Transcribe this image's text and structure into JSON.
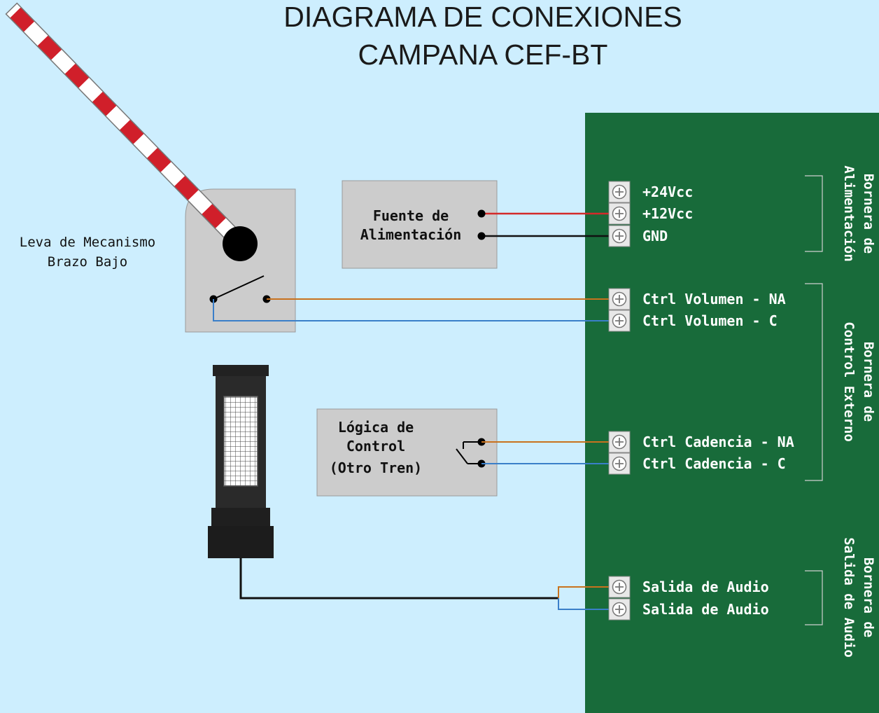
{
  "title": {
    "line1": "DIAGRAMA DE CONEXIONES",
    "line2": "CAMPANA CEF-BT"
  },
  "components": {
    "cam_label": {
      "line1": "Leva de Mecanismo",
      "line2": "Brazo Bajo"
    },
    "power_supply": {
      "line1": "Fuente de",
      "line2": "Alimentación"
    },
    "control_logic": {
      "line1": "Lógica de",
      "line2": "Control",
      "line3": "(Otro Tren)"
    }
  },
  "terminals": {
    "power": [
      "+24Vcc",
      "+12Vcc",
      "GND"
    ],
    "control": [
      "Ctrl Volumen - NA",
      "Ctrl Volumen - C",
      "Ctrl Cadencia - NA",
      "Ctrl Cadencia - C"
    ],
    "audio": [
      "Salida de Audio",
      "Salida de Audio"
    ]
  },
  "groups": {
    "power": {
      "line1": "Bornera de",
      "line2": "Alimentación"
    },
    "control": {
      "line1": "Bornera de",
      "line2": "Control Externo"
    },
    "audio": {
      "line1": "Bornera de",
      "line2": "Salida de Audio"
    }
  },
  "colors": {
    "background": "#cdeefe",
    "board": "#186b3a",
    "box": "#cccccc",
    "wire_red": "#d42a2a",
    "wire_black": "#111111",
    "wire_orange": "#c8721e",
    "wire_blue": "#3a7fc9",
    "barrier_red": "#d01f2a",
    "barrier_white": "#ffffff"
  },
  "icons": [
    "barrier-arm-icon",
    "limit-switch-icon",
    "speaker-icon",
    "screw-terminal-icon",
    "relay-contact-icon"
  ]
}
